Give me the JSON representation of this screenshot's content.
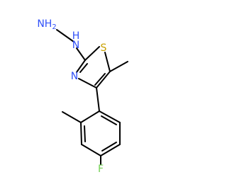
{
  "molecule": {
    "atoms": {
      "hydrazine_nh2": "NH",
      "hydrazine_nh2_subscript": "2",
      "hydrazine_h": "H",
      "hydrazine_n": "N",
      "thiazole_s": "S",
      "thiazole_n": "N",
      "fluorine": "F"
    },
    "colors": {
      "bond": "#000000",
      "nitrogen": "#3050F8",
      "sulfur": "#C8A000",
      "fluorine": "#70D050"
    }
  }
}
